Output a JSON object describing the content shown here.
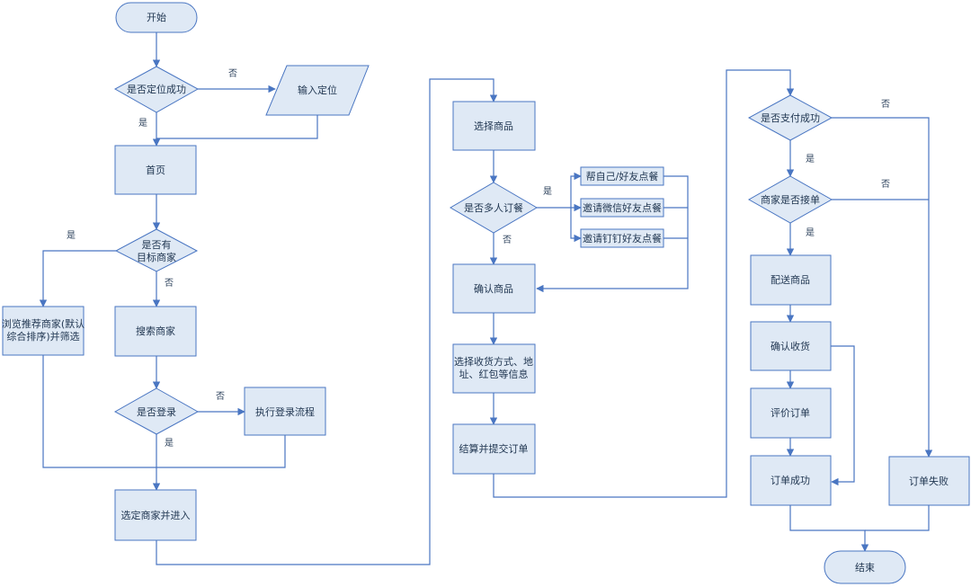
{
  "nodes": {
    "start": "开始",
    "locate_ok": "是否定位成功",
    "input_location": "输入定位",
    "home": "首页",
    "has_target_line1": "是否有",
    "has_target_line2": "目标商家",
    "browse_line1": "浏览推荐商家(默认",
    "browse_line2": "综合排序)并筛选",
    "search": "搜索商家",
    "logged_in": "是否登录",
    "login_flow": "执行登录流程",
    "select_merchant": "选定商家并进入",
    "choose_goods": "选择商品",
    "multi_order": "是否多人订餐",
    "for_self_friend": "帮自己/好友点餐",
    "invite_wechat": "邀请微信好友点餐",
    "invite_dingtalk": "邀请钉钉好友点餐",
    "confirm_goods": "确认商品",
    "choose_info_line1": "选择收货方式、地",
    "choose_info_line2": "址、红包等信息",
    "settle_submit": "结算并提交订单",
    "pay_ok": "是否支付成功",
    "merchant_accept": "商家是否接单",
    "deliver": "配送商品",
    "confirm_receipt": "确认收货",
    "review": "评价订单",
    "order_success": "订单成功",
    "order_fail": "订单失败",
    "end": "结束"
  },
  "edge_labels": {
    "locate_no": "否",
    "locate_yes": "是",
    "target_yes": "是",
    "target_no": "否",
    "login_no": "否",
    "login_yes": "是",
    "multi_yes": "是",
    "multi_no": "否",
    "pay_no": "否",
    "pay_yes": "是",
    "accept_no": "否",
    "accept_yes": "是"
  },
  "colors": {
    "fill": "#dfe9f5",
    "stroke": "#4a76c2",
    "text": "#1f3550"
  }
}
